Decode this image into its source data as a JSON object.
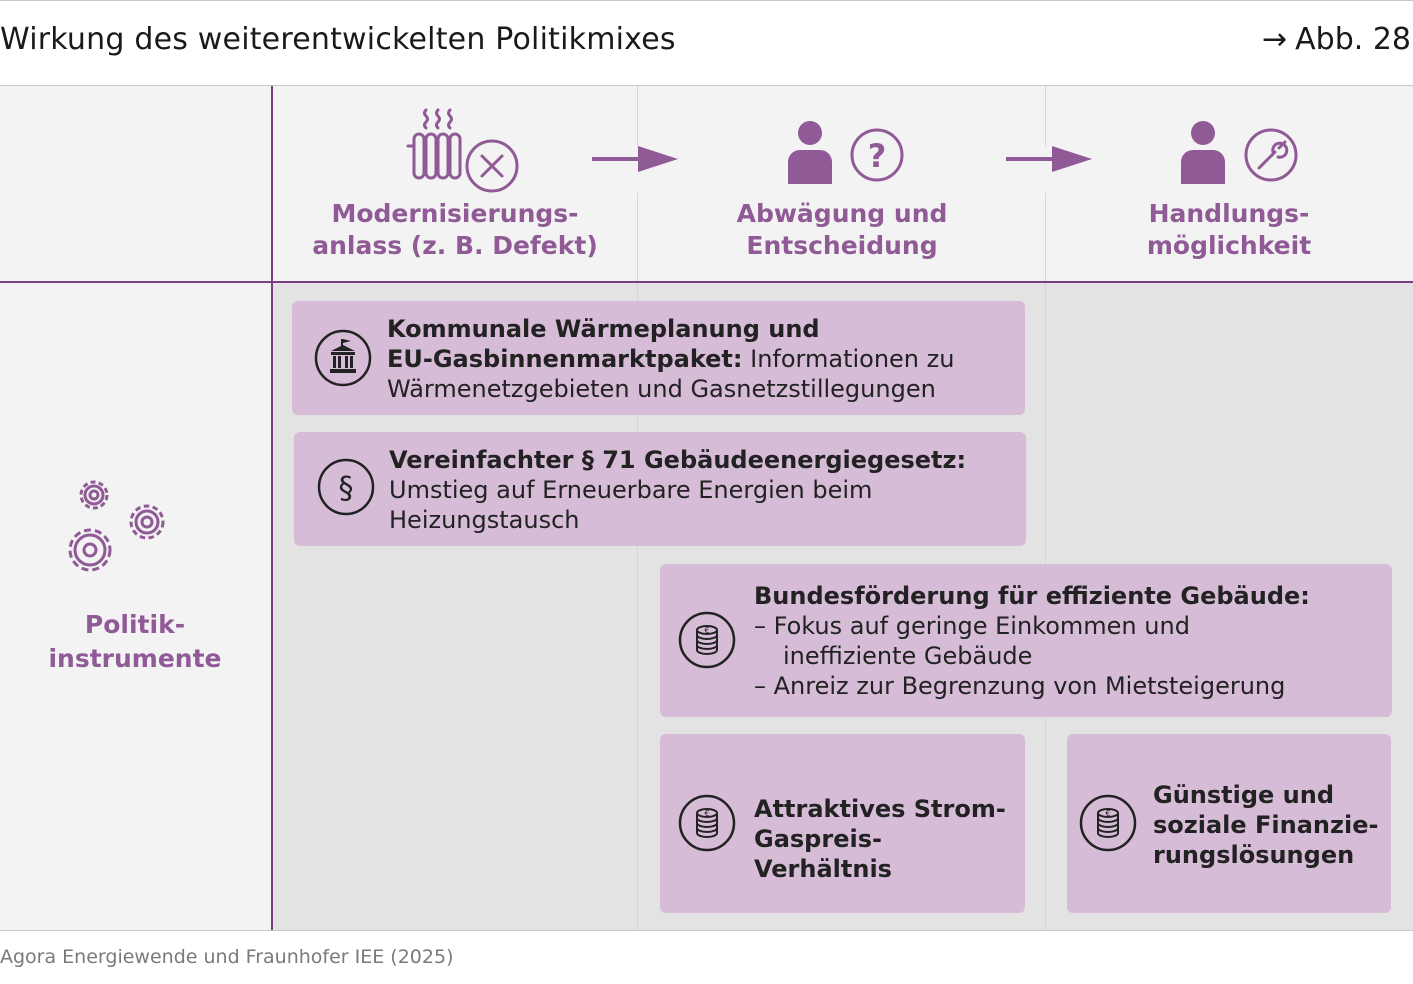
{
  "header": {
    "title": "Wirkung des weiterentwickelten Politikmixes",
    "figure_ref": "Abb. 28"
  },
  "stages": [
    {
      "line1": "Modernisierungs-",
      "line2": "anlass (z. B. Defekt)",
      "icon": "radiator-defect-icon"
    },
    {
      "line1": "Abwägung und",
      "line2": "Entscheidung",
      "icon": "person-question-icon"
    },
    {
      "line1": "Handlungs-",
      "line2": "möglichkeit",
      "icon": "person-wrench-icon"
    }
  ],
  "row_label": {
    "line1": "Politik-",
    "line2": "instrumente",
    "icon": "gears-icon"
  },
  "cards": [
    {
      "icon": "government-building-icon",
      "bold1": "Kommunale Wärmeplanung und",
      "bold2": "EU-Gasbinnenmarktpaket:",
      "text2": " Informationen zu",
      "text3": "Wärmenetzgebieten und Gasnetzstillegungen"
    },
    {
      "icon": "paragraph-icon",
      "bold1": "Vereinfachter § 71 Gebäudeenergiegesetz:",
      "text2": "Umstieg auf Erneuerbare Energien beim",
      "text3": "Heizungstausch"
    },
    {
      "icon": "coin-stack-icon",
      "bold1": "Bundesförderung für effiziente Gebäude:",
      "text2": "– Fokus auf geringe Einkommen und",
      "text3": "ineffiziente Gebäude",
      "text4": "– Anreiz zur Begrenzung von Mietsteigerung"
    },
    {
      "icon": "coin-stack-icon",
      "bold1": "Attraktives Strom-",
      "bold2": "Gaspreis-Verhältnis"
    },
    {
      "icon": "coin-stack-icon",
      "bold1": "Günstige und",
      "bold2": "soziale Finanzie-",
      "bold3": "rungslösungen"
    }
  ],
  "source": "Agora Energiewende und Fraunhofer IEE (2025)",
  "colors": {
    "accent": "#8f5a96",
    "card": "#d6bcd7",
    "divider": "#7a3f80"
  }
}
